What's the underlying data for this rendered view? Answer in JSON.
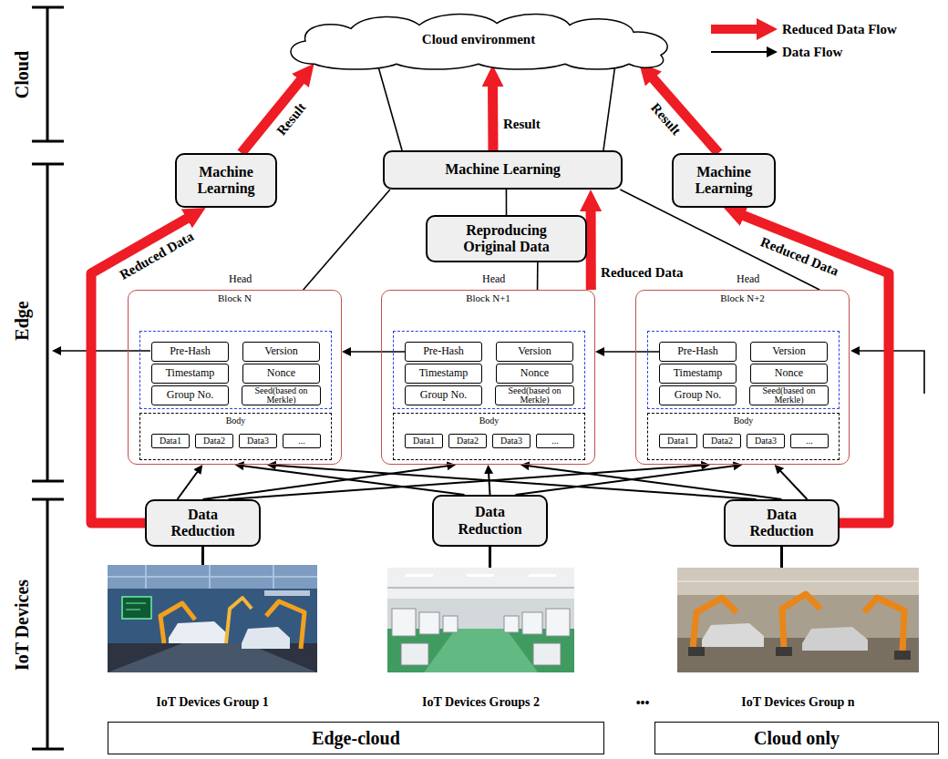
{
  "diagram": {
    "nodes": [
      {
        "text": [
          "Cloud environment"
        ]
      },
      {
        "text": [
          "Machine Learning"
        ]
      },
      {
        "text": [
          "Machine Learning"
        ]
      },
      {
        "text": [
          "Machine Learning"
        ]
      },
      {
        "text": [
          "Reproducing Original Data"
        ]
      },
      {
        "text": [
          "Head",
          "Block N"
        ]
      },
      {
        "text": [
          "Pre-Hash"
        ],
        "in": 5
      },
      {
        "text": [
          "Version"
        ],
        "in": 5
      },
      {
        "text": [
          "Timestamp"
        ],
        "in": 5
      },
      {
        "text": [
          "Nonce"
        ],
        "in": 5
      },
      {
        "text": [
          "Group No."
        ],
        "in": 5
      },
      {
        "text": [
          "Seed(based on Merkle)"
        ],
        "in": 5
      },
      {
        "text": [
          "Body"
        ],
        "in": 5
      },
      {
        "text": [
          "Data1"
        ],
        "in": 12
      },
      {
        "text": [
          "Data2"
        ],
        "in": 12
      },
      {
        "text": [
          "Data3"
        ],
        "in": 12
      },
      {
        "text": [
          "..."
        ],
        "in": 12
      },
      {
        "text": [
          "Head",
          "Block N+1"
        ]
      },
      {
        "text": [
          "Pre-Hash"
        ],
        "in": 17
      },
      {
        "text": [
          "Version"
        ],
        "in": 17
      },
      {
        "text": [
          "Timestamp"
        ],
        "in": 17
      },
      {
        "text": [
          "Nonce"
        ],
        "in": 17
      },
      {
        "text": [
          "Group No."
        ],
        "in": 17
      },
      {
        "text": [
          "Seed(based on Merkle)"
        ],
        "in": 17
      },
      {
        "text": [
          "Body"
        ],
        "in": 17
      },
      {
        "text": [
          "Data1"
        ],
        "in": 24
      },
      {
        "text": [
          "Data2"
        ],
        "in": 24
      },
      {
        "text": [
          "Data3"
        ],
        "in": 24
      },
      {
        "text": [
          "..."
        ],
        "in": 24
      },
      {
        "text": [
          "Head",
          "Block N+2"
        ]
      },
      {
        "text": [
          "Pre-Hash"
        ],
        "in": 29
      },
      {
        "text": [
          "Version"
        ],
        "in": 29
      },
      {
        "text": [
          "Timestamp"
        ],
        "in": 29
      },
      {
        "text": [
          "Nonce"
        ],
        "in": 29
      },
      {
        "text": [
          "Group No."
        ],
        "in": 29
      },
      {
        "text": [
          "Seed(based on Merkle)"
        ],
        "in": 29
      },
      {
        "text": [
          "Body"
        ],
        "in": 29
      },
      {
        "text": [
          "Data1"
        ],
        "in": 36
      },
      {
        "text": [
          "Data2"
        ],
        "in": 36
      },
      {
        "text": [
          "Data3"
        ],
        "in": 36
      },
      {
        "text": [
          "..."
        ],
        "in": 36
      },
      {
        "text": [
          "Data Reduction"
        ]
      },
      {
        "text": [
          "Data Reduction"
        ]
      },
      {
        "text": [
          "Data Reduction"
        ]
      },
      {
        "text": [
          "IoT Devices Group 1"
        ]
      },
      {
        "text": [
          "IoT Devices Groups 2"
        ]
      },
      {
        "text": [
          "IoT Devices Group n"
        ]
      },
      {
        "text": [
          "Edge-cloud"
        ]
      },
      {
        "text": [
          "Cloud only"
        ]
      }
    ],
    "edges": [
      {
        "from": 41,
        "to": 1,
        "arrow": "to",
        "label": "Reduced Data"
      },
      {
        "from": 1,
        "to": 0,
        "arrow": "to",
        "label": "Result"
      },
      {
        "from": 2,
        "to": 0,
        "arrow": "to",
        "label": "Result"
      },
      {
        "from": 3,
        "to": 0,
        "arrow": "to",
        "label": "Result"
      },
      {
        "from": 17,
        "to": 2,
        "arrow": "to",
        "label": "Reduced Data"
      },
      {
        "from": 43,
        "to": 3,
        "arrow": "to",
        "label": "Reduced Data"
      },
      {
        "from": 2,
        "to": 0,
        "arrow": "none"
      },
      {
        "from": 2,
        "to": 0,
        "arrow": "none"
      },
      {
        "from": 5,
        "to": 2,
        "arrow": "none"
      },
      {
        "from": 29,
        "to": 2,
        "arrow": "none"
      },
      {
        "from": 17,
        "to": 4,
        "arrow": "none"
      },
      {
        "from": 4,
        "to": 2,
        "arrow": "none"
      },
      {
        "from": 18,
        "to": 5,
        "arrow": "to"
      },
      {
        "from": 30,
        "to": 17,
        "arrow": "to"
      },
      {
        "from": 41,
        "to": 5,
        "arrow": "to"
      },
      {
        "from": 41,
        "to": 17,
        "arrow": "to"
      },
      {
        "from": 41,
        "to": 29,
        "arrow": "to"
      },
      {
        "from": 42,
        "to": 5,
        "arrow": "to"
      },
      {
        "from": 42,
        "to": 17,
        "arrow": "to"
      },
      {
        "from": 42,
        "to": 29,
        "arrow": "to"
      },
      {
        "from": 43,
        "to": 5,
        "arrow": "to"
      },
      {
        "from": 43,
        "to": 17,
        "arrow": "to"
      },
      {
        "from": 43,
        "to": 29,
        "arrow": "to"
      },
      {
        "from": 44,
        "to": 41,
        "arrow": "none"
      },
      {
        "from": 45,
        "to": 42,
        "arrow": "none"
      },
      {
        "from": 46,
        "to": 43,
        "arrow": "none"
      }
    ],
    "labels": [
      "Cloud",
      "Edge",
      "IoT Devices",
      "•••"
    ],
    "legend": [
      {
        "text": "Reduced Data Flow"
      },
      {
        "text": "Data Flow"
      }
    ]
  }
}
